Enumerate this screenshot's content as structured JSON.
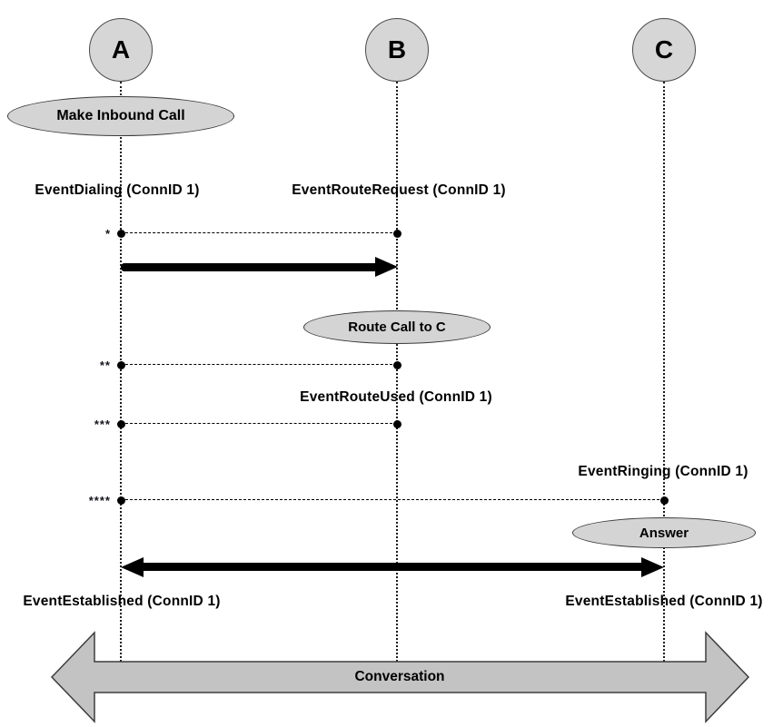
{
  "actors": {
    "a": {
      "label": "A"
    },
    "b": {
      "label": "B"
    },
    "c": {
      "label": "C"
    }
  },
  "actions": {
    "make_inbound_call": {
      "label": "Make Inbound Call"
    },
    "route_call_to_c": {
      "label": "Route Call to C"
    },
    "answer": {
      "label": "Answer"
    }
  },
  "events": {
    "dialing": {
      "label": "EventDialing (ConnID 1)"
    },
    "route_request": {
      "label": "EventRouteRequest (ConnID 1)"
    },
    "route_used": {
      "label": "EventRouteUsed (ConnID 1)"
    },
    "ringing": {
      "label": "EventRinging (ConnID 1)"
    },
    "established_a": {
      "label": "EventEstablished (ConnID 1)"
    },
    "established_c": {
      "label": "EventEstablished (ConnID 1)"
    }
  },
  "footnotes": {
    "one": "*",
    "two": "**",
    "three": "***",
    "four": "****"
  },
  "conversation": {
    "label": "Conversation"
  },
  "colors": {
    "shape_fill": "#d4d4d4",
    "conversation_fill": "#c3c3c3",
    "line": "#000000"
  }
}
